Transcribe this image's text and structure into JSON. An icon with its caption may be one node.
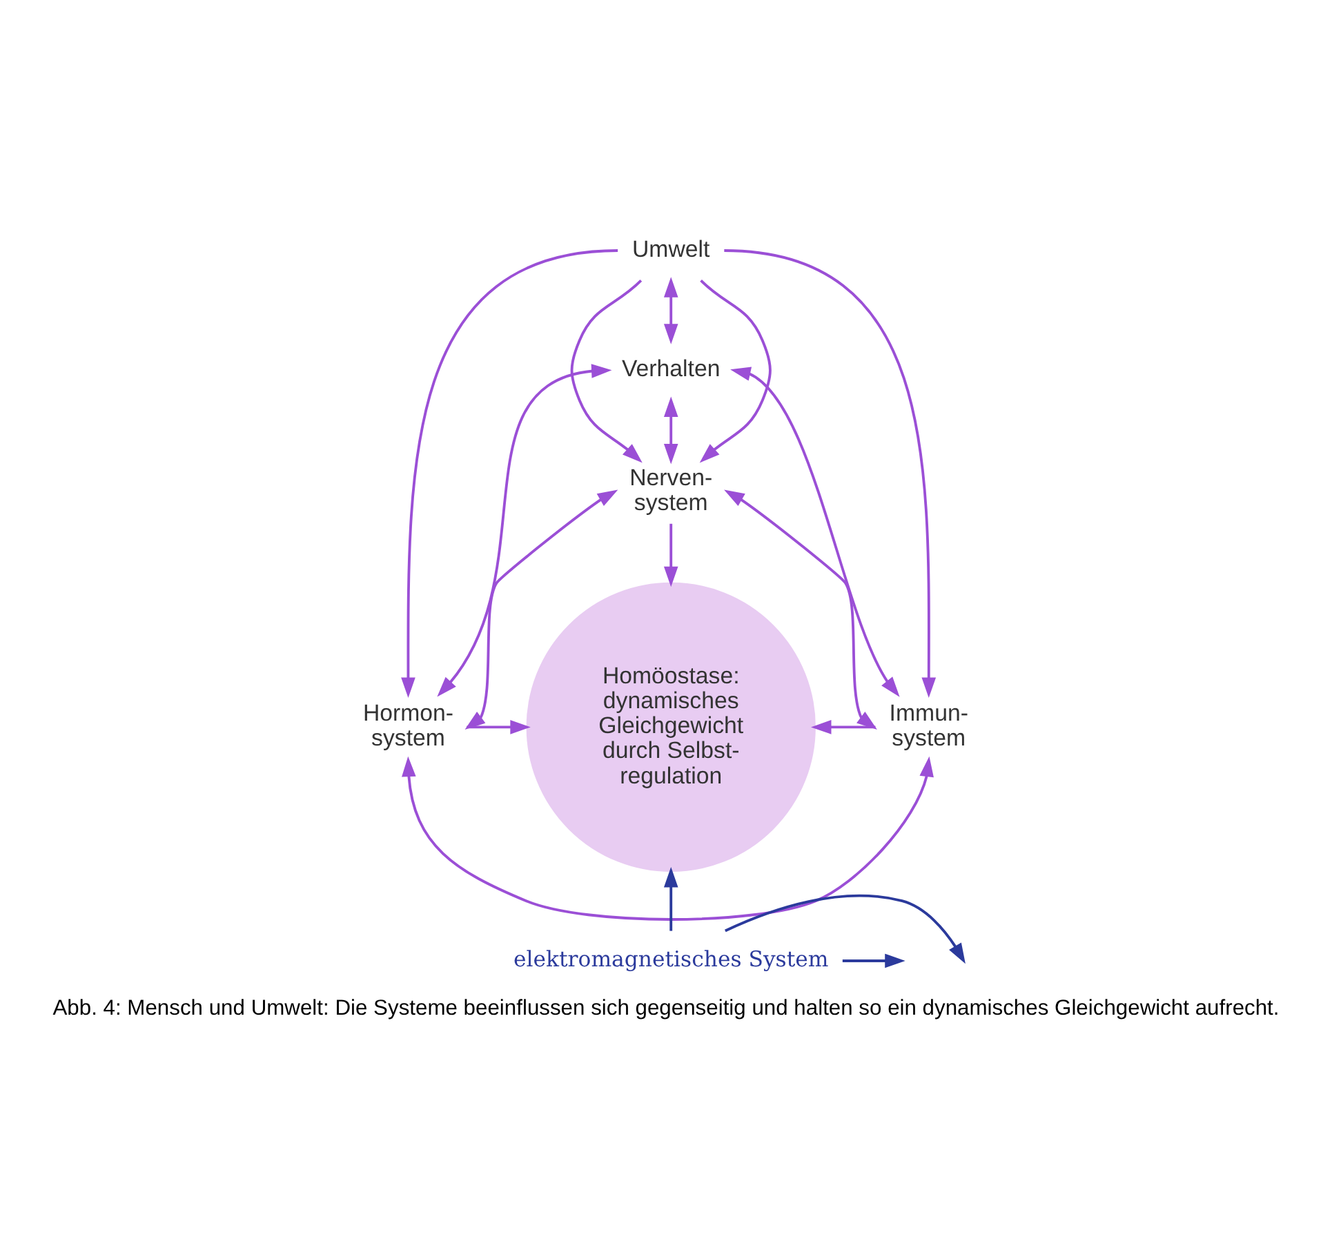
{
  "diagram": {
    "caption": "Abb. 4: Mensch und Umwelt: Die Systeme beeinflussen sich gegenseitig und halten so ein dynamisches Gleichgewicht aufrecht.",
    "nodes": [
      {
        "text": [
          "Umwelt"
        ]
      },
      {
        "text": [
          "Verhalten"
        ]
      },
      {
        "text": [
          "Nerven- system"
        ]
      },
      {
        "text": [
          "Homöostase: dynamisches Gleichgewicht durch Selbst- regulation"
        ]
      },
      {
        "text": [
          "Hormon- system"
        ]
      },
      {
        "text": [
          "Immun- system"
        ]
      },
      {
        "text": [
          "elektromagnetisches System"
        ]
      }
    ],
    "edges": [
      {
        "from": 0,
        "to": 1,
        "arrow": "both"
      },
      {
        "from": 1,
        "to": 2,
        "arrow": "both"
      },
      {
        "from": 0,
        "to": 2,
        "arrow": "to"
      },
      {
        "from": 0,
        "to": 2,
        "arrow": "to"
      },
      {
        "from": 0,
        "to": 4,
        "arrow": "to"
      },
      {
        "from": 0,
        "to": 5,
        "arrow": "to"
      },
      {
        "from": 1,
        "to": 4,
        "arrow": "both"
      },
      {
        "from": 1,
        "to": 5,
        "arrow": "both"
      },
      {
        "from": 2,
        "to": 4,
        "arrow": "both"
      },
      {
        "from": 2,
        "to": 5,
        "arrow": "both"
      },
      {
        "from": 2,
        "to": 3,
        "arrow": "to"
      },
      {
        "from": 4,
        "to": 3,
        "arrow": "to"
      },
      {
        "from": 5,
        "to": 3,
        "arrow": "to"
      },
      {
        "from": 4,
        "to": 5,
        "arrow": "both"
      },
      {
        "from": 6,
        "to": 3,
        "arrow": "to",
        "color": "#2b3a9c"
      },
      {
        "from": 6,
        "to": null,
        "arrow": "to",
        "color": "#2b3a9c"
      },
      {
        "from": 6,
        "to": null,
        "arrow": "to",
        "color": "#2b3a9c"
      }
    ]
  }
}
